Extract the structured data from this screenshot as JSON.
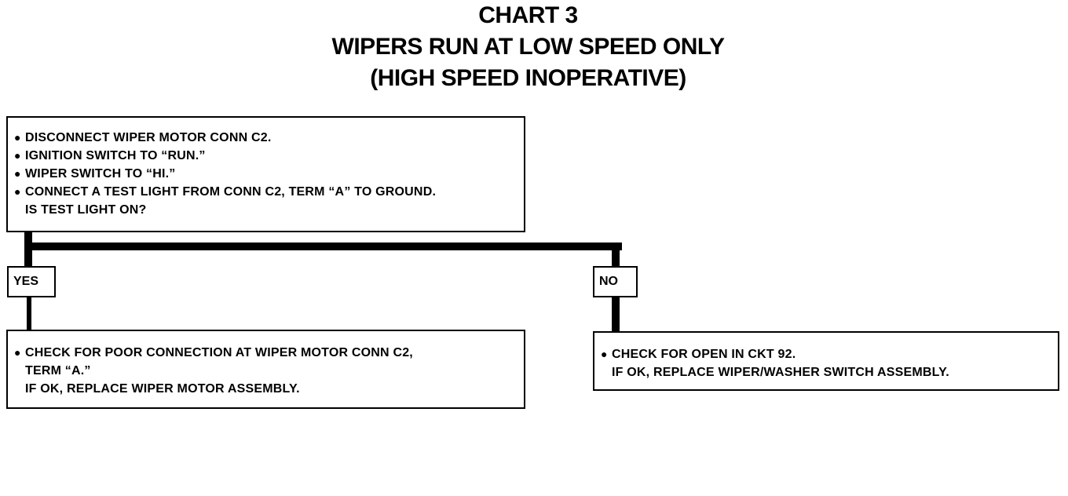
{
  "title": {
    "line1": "CHART 3",
    "line2": "WIPERS RUN AT LOW SPEED ONLY",
    "line3": "(HIGH SPEED INOPERATIVE)"
  },
  "main_box": {
    "lines": [
      "DISCONNECT WIPER MOTOR CONN C2.",
      "IGNITION SWITCH TO “RUN.”",
      "WIPER SWITCH TO “HI.”",
      "CONNECT A TEST LIGHT FROM CONN C2, TERM “A” TO GROUND.",
      "IS TEST LIGHT ON?"
    ]
  },
  "branches": {
    "yes_label": "YES",
    "no_label": "NO"
  },
  "yes_result": {
    "lines": [
      "CHECK FOR POOR CONNECTION AT WIPER MOTOR CONN C2,",
      "TERM “A.”",
      "IF OK, REPLACE WIPER MOTOR ASSEMBLY."
    ]
  },
  "no_result": {
    "lines": [
      "CHECK FOR OPEN IN CKT 92.",
      "IF OK, REPLACE WIPER/WASHER SWITCH ASSEMBLY."
    ]
  }
}
